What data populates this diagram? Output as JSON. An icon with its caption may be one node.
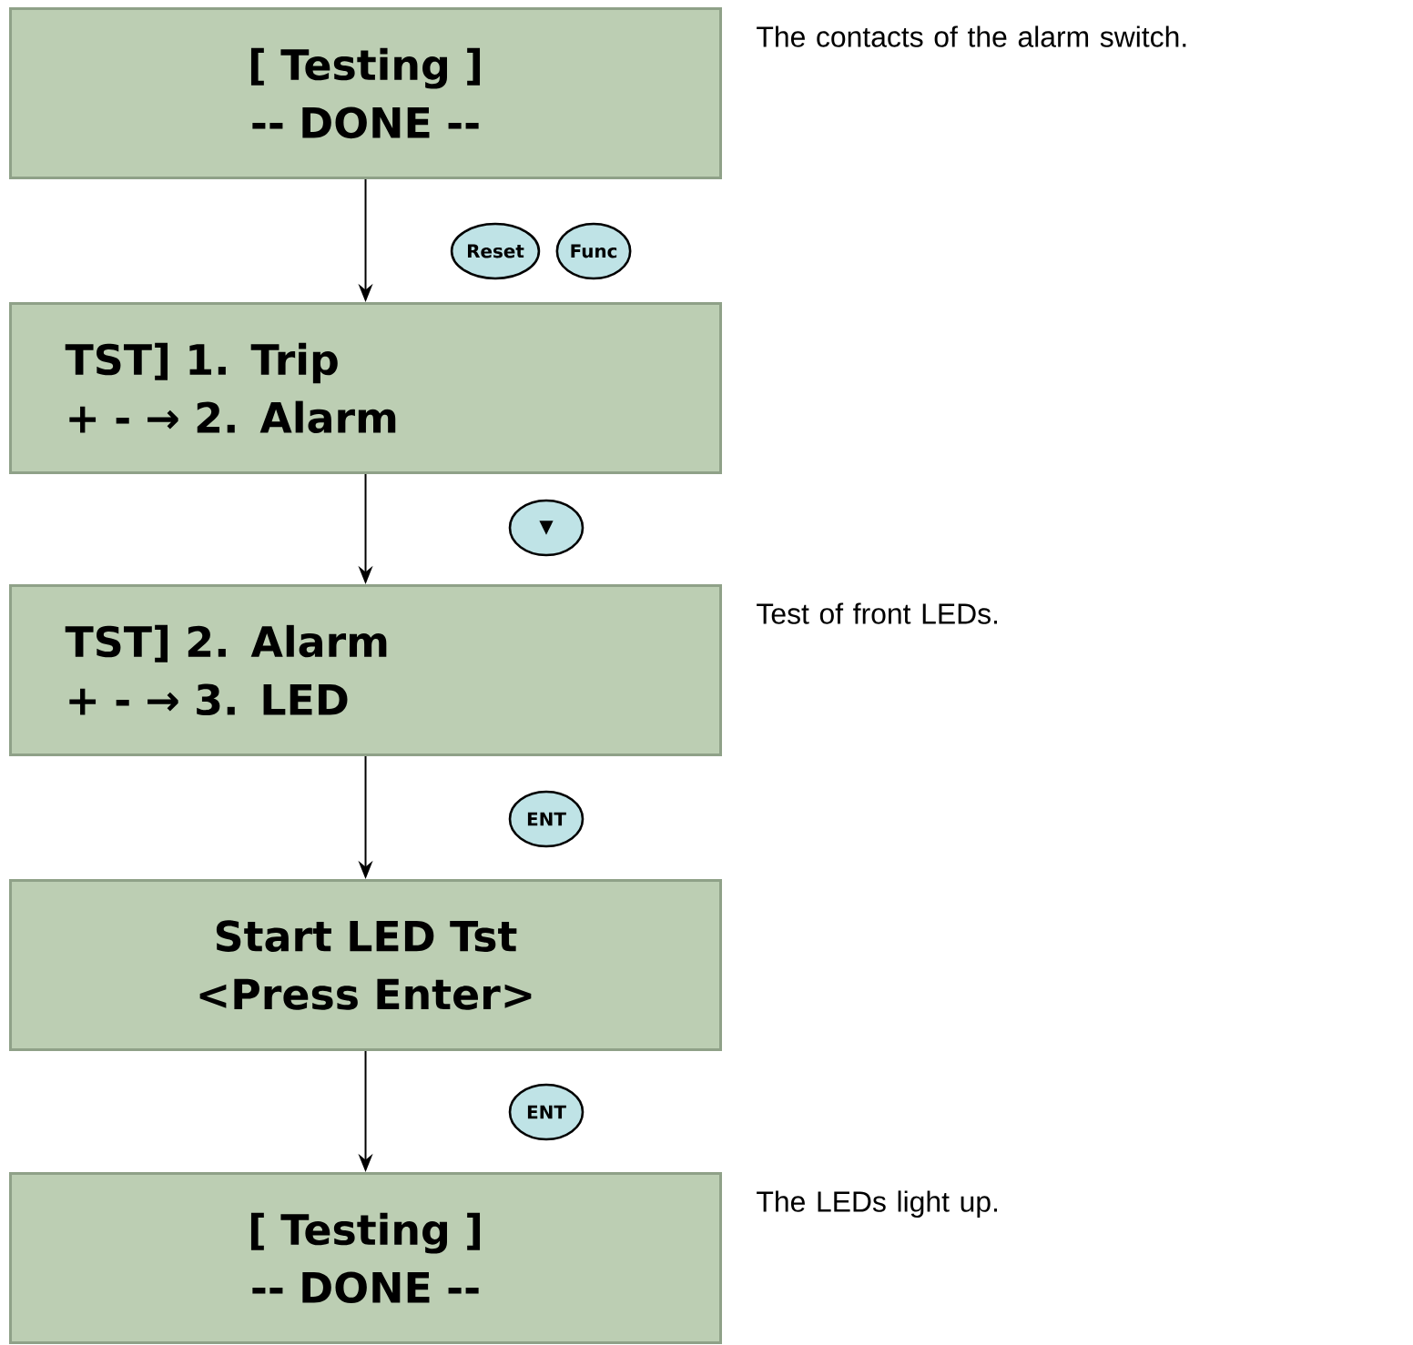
{
  "diagram": {
    "nodes": [
      {
        "text": [
          "[ Testing ]",
          "-- DONE --"
        ],
        "beside": [
          "The contacts of the alarm switch."
        ]
      },
      {
        "text": [
          "Reset"
        ]
      },
      {
        "text": [
          "Func"
        ]
      },
      {
        "text": [
          "TST] 1. Trip",
          "+ - → 2. Alarm"
        ]
      },
      {
        "text": [
          "▼"
        ]
      },
      {
        "text": [
          "TST] 2. Alarm",
          "+ - → 3. LED"
        ],
        "beside": [
          "Test of front LEDs."
        ]
      },
      {
        "text": [
          "ENT"
        ]
      },
      {
        "text": [
          "Start LED Tst",
          "<Press Enter>"
        ]
      },
      {
        "text": [
          "ENT"
        ]
      },
      {
        "text": [
          "[ Testing ]",
          "-- DONE --"
        ],
        "beside": [
          "The LEDs light up."
        ]
      }
    ],
    "edges": [
      {
        "from": 0,
        "to": 3,
        "arrow": "to"
      },
      {
        "from": 3,
        "to": 5,
        "arrow": "to"
      },
      {
        "from": 5,
        "to": 7,
        "arrow": "to"
      },
      {
        "from": 7,
        "to": 9,
        "arrow": "to"
      }
    ]
  }
}
